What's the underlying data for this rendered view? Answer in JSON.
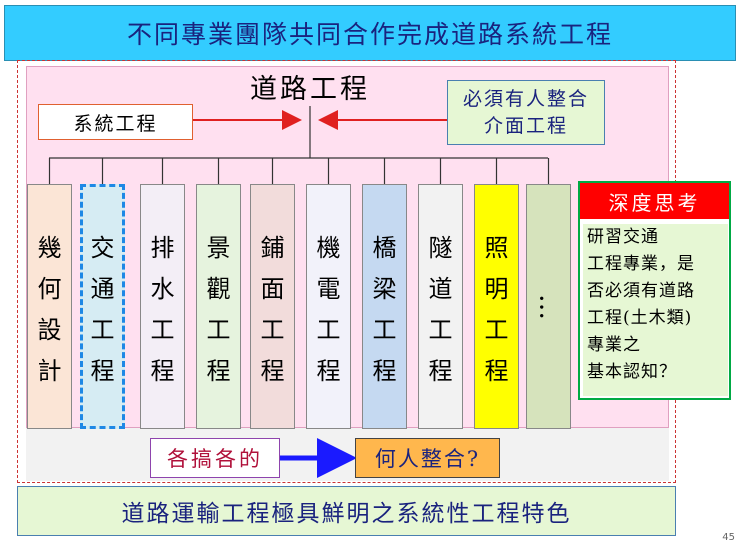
{
  "title": "不同專業團隊共同合作完成道路系統工程",
  "main_node": "道路工程",
  "system_engineering": "系統工程",
  "integration_note": [
    "必須有人整合",
    "介面工程"
  ],
  "columns": [
    {
      "label": "幾何設計",
      "chars": [
        "幾",
        "何",
        "設",
        "計"
      ],
      "color": "#fbe5d6"
    },
    {
      "label": "交通工程",
      "chars": [
        "交",
        "通",
        "工",
        "程"
      ],
      "color": "#d6ecf3",
      "highlighted": true
    },
    {
      "label": "排水工程",
      "chars": [
        "排",
        "水",
        "工",
        "程"
      ],
      "color": "#f3eef6"
    },
    {
      "label": "景觀工程",
      "chars": [
        "景",
        "觀",
        "工",
        "程"
      ],
      "color": "#e6f3de"
    },
    {
      "label": "鋪面工程",
      "chars": [
        "鋪",
        "面",
        "工",
        "程"
      ],
      "color": "#f2dcdb"
    },
    {
      "label": "機電工程",
      "chars": [
        "機",
        "電",
        "工",
        "程"
      ],
      "color": "#f2f2fa"
    },
    {
      "label": "橋梁工程",
      "chars": [
        "橋",
        "梁",
        "工",
        "程"
      ],
      "color": "#c5d9f1"
    },
    {
      "label": "隧道工程",
      "chars": [
        "隧",
        "道",
        "工",
        "程"
      ],
      "color": "#f2f2f2"
    },
    {
      "label": "照明工程",
      "chars": [
        "照",
        "明",
        "工",
        "程"
      ],
      "color": "#ffff00"
    },
    {
      "label": "…",
      "chars": [
        "…"
      ],
      "color": "#d6e3bc"
    }
  ],
  "deep_thinking": {
    "header": "深度思考",
    "lines": [
      "研習交通",
      "工程專業，是",
      "否必須有道路",
      "工程(土木類)",
      "專業之",
      "基本認知？"
    ]
  },
  "each_own": "各搞各的",
  "who_integrates": "何人整合?",
  "bottom": "道路運輸工程極具鮮明之系統性工程特色",
  "page_number": "45",
  "colors": {
    "title_bg": "#33ccff",
    "panel_bg": "#ffe0f0",
    "red_arrow": "#e02020",
    "blue_arrow": "#1a1aff",
    "think_header": "#ff0000",
    "green_box": "#e6f7d4",
    "orange_box": "#ffb74d"
  }
}
